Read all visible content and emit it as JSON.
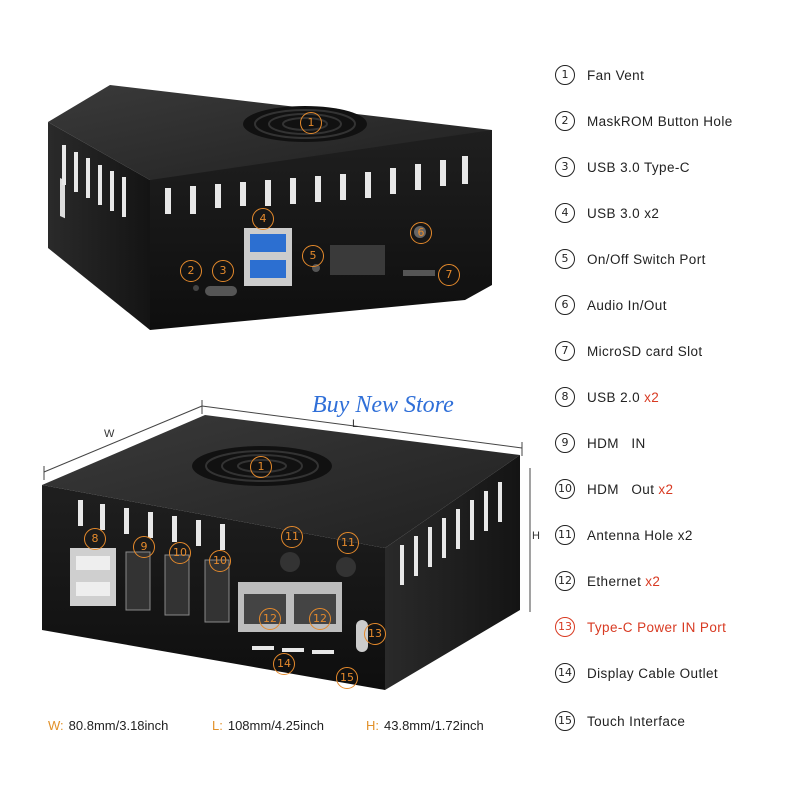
{
  "legend": [
    {
      "num": "1",
      "label": "Fan Vent"
    },
    {
      "num": "2",
      "label": "MaskROM Button Hole"
    },
    {
      "num": "3",
      "label": "USB 3.0 Type-C"
    },
    {
      "num": "4",
      "label": "USB 3.0 x2"
    },
    {
      "num": "5",
      "label": "On/Off Switch Port"
    },
    {
      "num": "6",
      "label": "Audio In/Out"
    },
    {
      "num": "7",
      "label": "MicroSD card Slot"
    },
    {
      "num": "8",
      "label": "USB 2.0",
      "suffix": "x2"
    },
    {
      "num": "9",
      "label": "HDM   IN"
    },
    {
      "num": "10",
      "label": "HDM   Out",
      "suffix": "x2"
    },
    {
      "num": "11",
      "label": "Antenna Hole x2"
    },
    {
      "num": "12",
      "label": "Ethernet",
      "suffix": "x2"
    },
    {
      "num": "13",
      "label": "Type-C Power IN Port",
      "highlight": true
    },
    {
      "num": "14",
      "label": "Display Cable Outlet"
    },
    {
      "num": "15",
      "label": "Touch Interface"
    }
  ],
  "watermark": "Buy New Store",
  "dimension_letters": {
    "w": "W",
    "l": "L",
    "h": "H"
  },
  "dimensions": {
    "w_key": "W:",
    "w_value": "80.8mm/3.18inch",
    "l_key": "L:",
    "l_value": "108mm/4.25inch",
    "h_key": "H:",
    "h_value": "43.8mm/1.72inch"
  },
  "callouts_top": [
    "1",
    "2",
    "3",
    "4",
    "5",
    "6",
    "7"
  ],
  "callouts_bottom": [
    "1",
    "8",
    "9",
    "10",
    "10",
    "11",
    "11",
    "12",
    "12",
    "13",
    "14",
    "15"
  ],
  "colors": {
    "callout": "#e58a2c",
    "highlight": "#d83a22",
    "watermark": "#2f6fd8",
    "case": "#1a1a1a"
  }
}
